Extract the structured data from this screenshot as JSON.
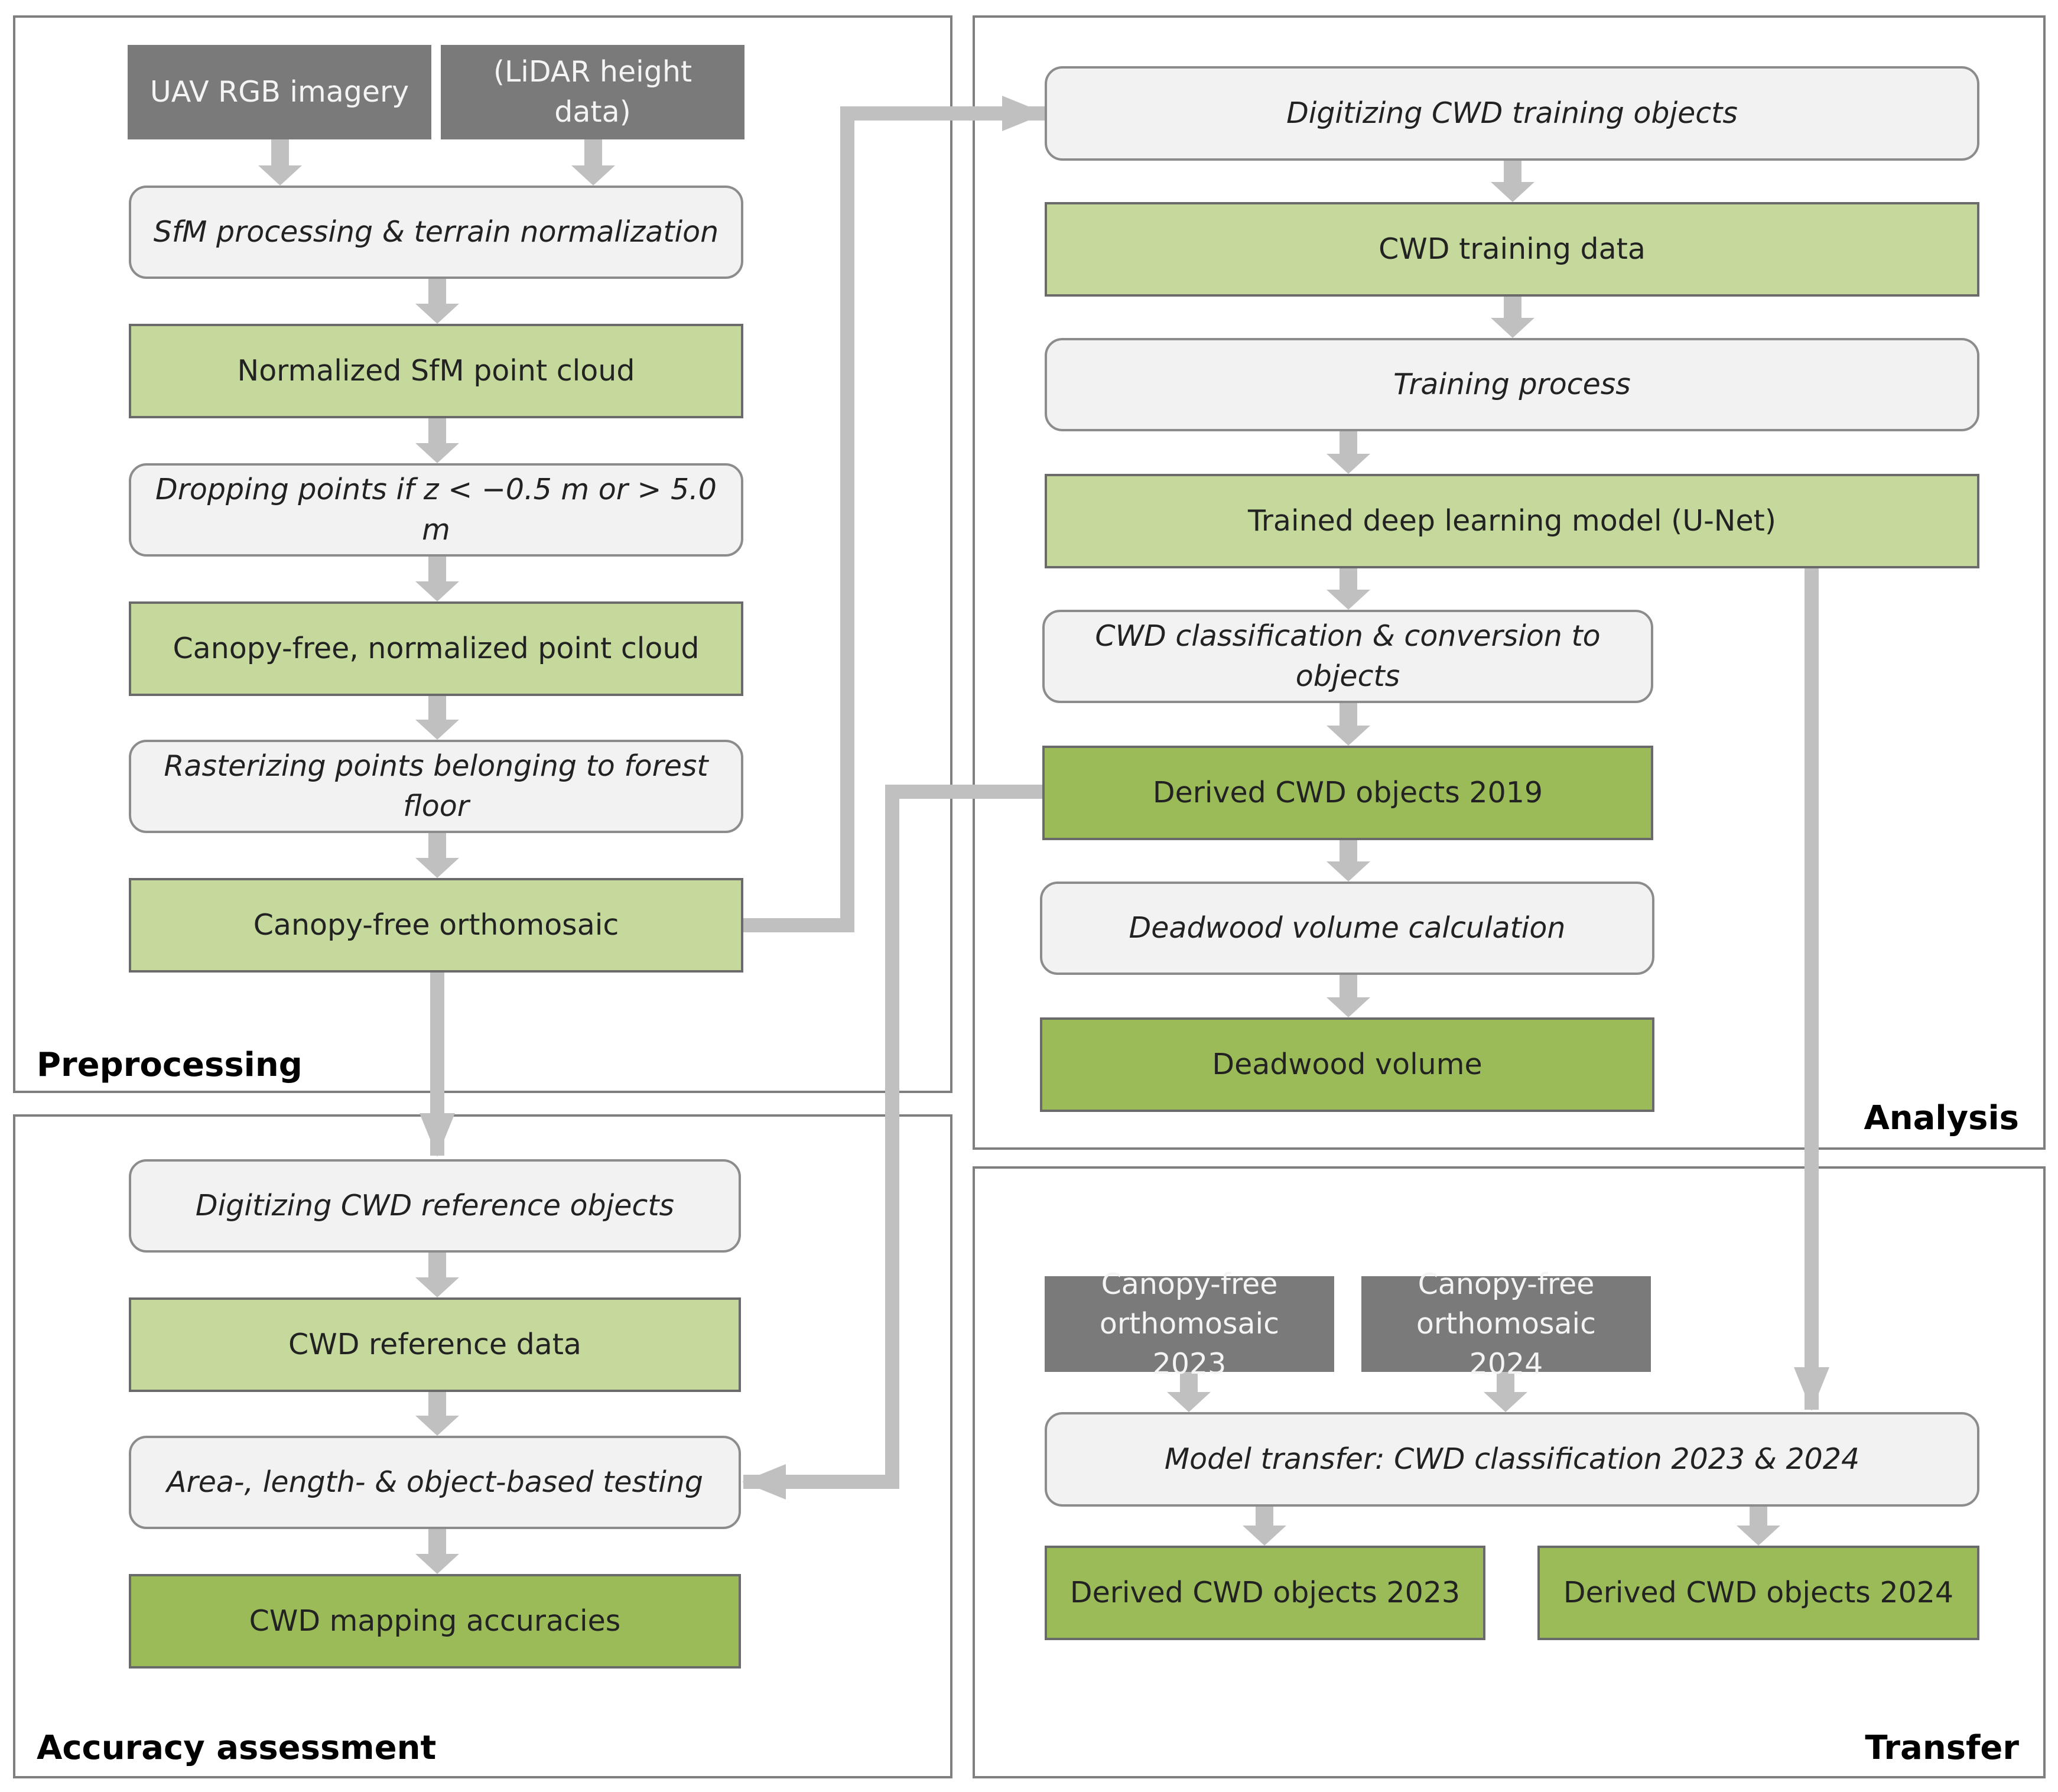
{
  "colors": {
    "panel_border": "#7f7f7f",
    "arrow": "#c0c0c0",
    "process_fill": "#f2f2f2",
    "light_green_fill": "#c4d99b",
    "dark_green_fill": "#9bbb59",
    "source_fill": "#7a7a7a"
  },
  "panels": {
    "preprocessing": "Preprocessing",
    "analysis": "Analysis",
    "accuracy": "Accuracy assessment",
    "transfer": "Transfer"
  },
  "nodes": {
    "uav": "UAV RGB imagery",
    "lidar": "(LiDAR height data)",
    "sfm": "SfM processing & terrain normalization",
    "norm_cloud": "Normalized SfM point cloud",
    "dropping": "Dropping points if z < −0.5 m or > 5.0 m",
    "canopy_free_cloud": "Canopy-free, normalized point cloud",
    "rasterizing": "Rasterizing points belonging to forest floor",
    "ortho": "Canopy-free orthomosaic",
    "dig_train": "Digitizing CWD training objects",
    "train_data": "CWD training data",
    "training": "Training process",
    "model": "Trained deep learning model (U-Net)",
    "classify": "CWD classification & conversion to objects",
    "derived_2019": "Derived CWD objects 2019",
    "volume_calc": "Deadwood volume calculation",
    "volume": "Deadwood volume",
    "dig_ref": "Digitizing CWD reference objects",
    "ref_data": "CWD reference data",
    "testing": "Area-, length- & object-based testing",
    "accuracies": "CWD mapping accuracies",
    "ortho_2023": "Canopy-free orthomosaic 2023",
    "ortho_2024": "Canopy-free orthomosaic 2024",
    "transfer": "Model transfer: CWD classification 2023 & 2024",
    "derived_2023": "Derived CWD objects 2023",
    "derived_2024": "Derived CWD objects 2024"
  }
}
